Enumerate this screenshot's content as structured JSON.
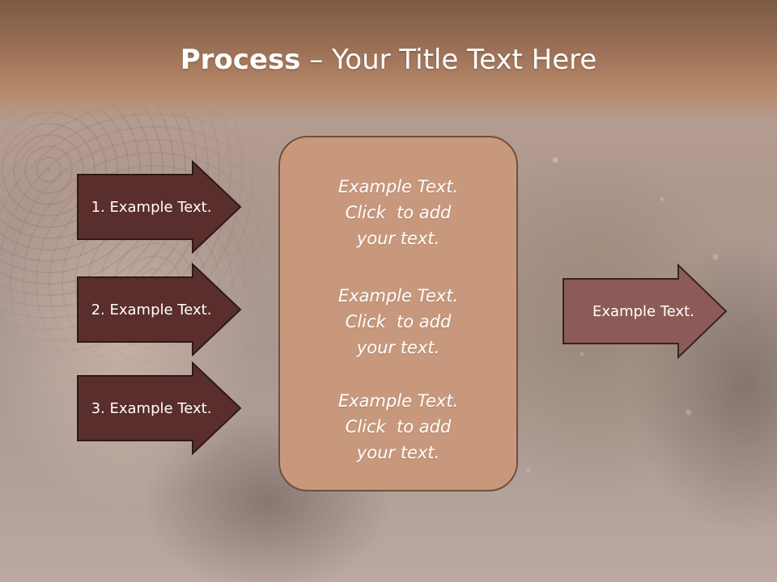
{
  "slide": {
    "title_bold": "Process",
    "title_rest": " – Your Title Text Here"
  },
  "steps": [
    {
      "label": "1. Example Text."
    },
    {
      "label": "2. Example Text."
    },
    {
      "label": "3. Example Text."
    }
  ],
  "center": {
    "blocks": [
      {
        "lines": [
          "Example Text.",
          "Click  to add",
          "your text."
        ]
      },
      {
        "lines": [
          "Example Text.",
          "Click  to add",
          "your text."
        ]
      },
      {
        "lines": [
          "Example Text.",
          "Click  to add",
          "your text."
        ]
      }
    ]
  },
  "output": {
    "label": "Example Text."
  },
  "colors": {
    "step_fill": "#5a2e2c",
    "output_fill": "#8c5b57",
    "center_fill": "#c8987d",
    "title_band": "#9b7056"
  }
}
